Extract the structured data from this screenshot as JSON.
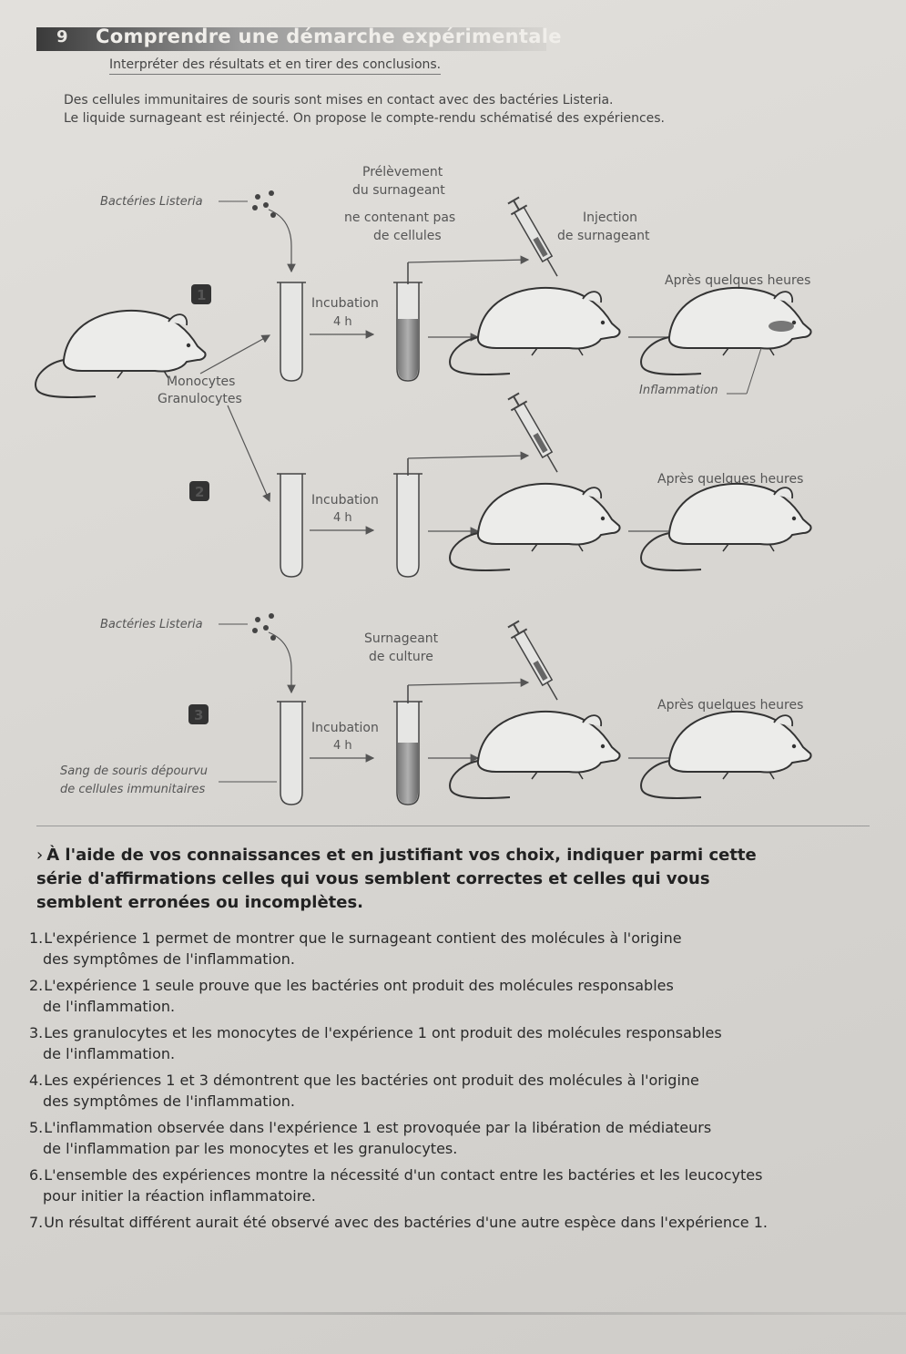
{
  "header": {
    "number": "9",
    "title": "Comprendre une démarche expérimentale",
    "subtitle": "Interpréter des résultats et en tirer des conclusions."
  },
  "intro": [
    "Des cellules immunitaires de souris sont mises en contact avec des bactéries Listeria.",
    "Le liquide surnageant est réinjecté. On propose le compte-rendu schématisé des expériences."
  ],
  "diagram": {
    "exp1": {
      "number": "1",
      "bacteria_label": "Bactéries Listeria",
      "cells_label_1": "Monocytes",
      "cells_label_2": "Granulocytes",
      "incubation": "Incubation",
      "duration": "4 h",
      "sampling_1": "Prélèvement",
      "sampling_2": "du surnageant",
      "sampling_3": "ne contenant pas",
      "sampling_4": "de cellules",
      "injection_1": "Injection",
      "injection_2": "de surnageant",
      "after": "Après quelques heures",
      "inflammation": "Inflammation"
    },
    "exp2": {
      "number": "2",
      "incubation": "Incubation",
      "duration": "4 h",
      "after": "Après quelques heures"
    },
    "exp3": {
      "number": "3",
      "bacteria_label": "Bactéries Listeria",
      "blood_label_1": "Sang de souris dépourvu",
      "blood_label_2": "de cellules immunitaires",
      "supernatant_1": "Surnageant",
      "supernatant_2": "de culture",
      "incubation": "Incubation",
      "duration": "4 h",
      "after": "Après quelques heures"
    }
  },
  "question": {
    "bullet": "›",
    "line1": "À l'aide de vos connaissances et en justifiant vos choix, indiquer parmi cette",
    "line2": "série d'affirmations celles qui vous semblent correctes et celles qui vous",
    "line3": "semblent erronées ou incomplètes."
  },
  "statements": [
    {
      "num": "1.",
      "line1": "L'expérience 1 permet de montrer que le surnageant contient des molécules à l'origine",
      "line2": "des symptômes de l'inflammation."
    },
    {
      "num": "2.",
      "line1": "L'expérience 1 seule prouve que les bactéries ont produit des molécules responsables",
      "line2": "de l'inflammation."
    },
    {
      "num": "3.",
      "line1": "Les granulocytes et les monocytes de l'expérience 1 ont produit des molécules responsables",
      "line2": "de l'inflammation."
    },
    {
      "num": "4.",
      "line1": "Les expériences 1 et 3 démontrent que les bactéries ont produit des molécules à l'origine",
      "line2": "des symptômes de l'inflammation."
    },
    {
      "num": "5.",
      "line1": "L'inflammation observée dans l'expérience 1 est provoquée par la libération de médiateurs",
      "line2": "de l'inflammation par les monocytes et les granulocytes."
    },
    {
      "num": "6.",
      "line1": "L'ensemble des expériences montre la nécessité d'un contact entre les bactéries et les leucocytes",
      "line2": "pour initier la réaction inflammatoire."
    },
    {
      "num": "7.",
      "line1": "Un résultat différent aurait été observé avec des bactéries d'une autre espèce dans l'expérience 1.",
      "line2": ""
    }
  ]
}
